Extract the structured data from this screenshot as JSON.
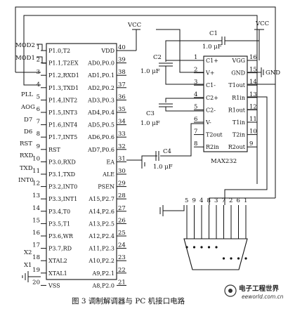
{
  "mcu": {
    "pins": [
      {
        "num": "1",
        "left": "P1.0,T2",
        "right": "VDD",
        "rnum": "40"
      },
      {
        "num": "2",
        "left": "P1.1,T2EX",
        "right": "AD0,P0.0",
        "rnum": "39"
      },
      {
        "num": "3",
        "left": "P1.2,RXD1",
        "right": "AD1,P0.1",
        "rnum": "38"
      },
      {
        "num": "4",
        "left": "P1.3,TXD1",
        "right": "AD2,P0.2",
        "rnum": "37"
      },
      {
        "num": "5",
        "left": "P1.4,INT2",
        "right": "AD3,P0.3",
        "rnum": "36"
      },
      {
        "num": "6",
        "left": "P1.5,INT3",
        "right": "AD4,P0.4",
        "rnum": "35"
      },
      {
        "num": "7",
        "left": "P1.6,INT4",
        "right": "AD5,P0.5",
        "rnum": "34"
      },
      {
        "num": "8",
        "left": "P1.7,INT5",
        "right": "AD6,P0.6",
        "rnum": "33"
      },
      {
        "num": "9",
        "left": "RST",
        "right": "AD7,P0.6",
        "rnum": "32"
      },
      {
        "num": "10",
        "left": "P3.0,RXD",
        "right": "EA",
        "rnum": "31"
      },
      {
        "num": "11",
        "left": "P3.1,TXD",
        "right": "ALE",
        "rnum": "30"
      },
      {
        "num": "12",
        "left": "P3.2,INT0",
        "right": "PSEN",
        "rnum": "29"
      },
      {
        "num": "13",
        "left": "P3.3,INT1",
        "right": "A15,P2.7",
        "rnum": "28"
      },
      {
        "num": "14",
        "left": "P3.4,T0",
        "right": "A14,P2.6",
        "rnum": "27"
      },
      {
        "num": "15",
        "left": "P3.5,T1",
        "right": "A13,P2.5",
        "rnum": "26"
      },
      {
        "num": "16",
        "left": "P3.6,WR",
        "right": "A12,P2.4",
        "rnum": "25"
      },
      {
        "num": "17",
        "left": "P3.7,RD",
        "right": "A11,P2.3",
        "rnum": "24"
      },
      {
        "num": "18",
        "left": "XTAL2",
        "right": "A10,P2.2",
        "rnum": "23"
      },
      {
        "num": "19",
        "left": "XTAL1",
        "right": "A9,P2.1",
        "rnum": "22"
      },
      {
        "num": "20",
        "left": "VSS",
        "right": "A8,P2.0",
        "rnum": "21"
      }
    ],
    "signals": {
      "mod2": "MOD2",
      "mod1": "MOD1",
      "pll": "PLL",
      "aog": "AOG",
      "d7": "D7",
      "d6": "D6",
      "rst": "RST",
      "rxd": "RXD",
      "txd": "TXD",
      "int0": "INT0",
      "x2": "X2",
      "x1": "X1"
    },
    "vcc": "VCC"
  },
  "max232": {
    "name": "MAX232",
    "vcc": "VCC",
    "gnd": "GND",
    "pins": [
      {
        "num": "1",
        "label": "C1+"
      },
      {
        "num": "2",
        "label": "V+"
      },
      {
        "num": "3",
        "label": "C1-"
      },
      {
        "num": "4",
        "label": "C2+"
      },
      {
        "num": "5",
        "label": "C2-"
      },
      {
        "num": "6",
        "label": "V-"
      },
      {
        "num": "7",
        "label": "T2out"
      },
      {
        "num": "8",
        "label": "R2in"
      },
      {
        "num": "16",
        "label": "VGG"
      },
      {
        "num": "15",
        "label": "GND"
      },
      {
        "num": "14",
        "label": "T1out"
      },
      {
        "num": "13",
        "label": "R1in"
      },
      {
        "num": "12",
        "label": "R1out"
      },
      {
        "num": "11",
        "label": "T1in"
      },
      {
        "num": "10",
        "label": "T2in"
      },
      {
        "num": "9",
        "label": "R2out"
      }
    ]
  },
  "capacitors": [
    {
      "name": "C1",
      "value": "1.0 μF"
    },
    {
      "name": "C2",
      "value": "1.0 μF"
    },
    {
      "name": "C3",
      "value": "1.0 μF"
    },
    {
      "name": "C4",
      "value": "1.0 μF"
    }
  ],
  "db9": {
    "pins": [
      "5",
      "9",
      "4",
      "8",
      "3",
      "7",
      "2",
      "6",
      "1"
    ]
  },
  "caption": "图 3   调制解调器与 PC 机接口电路",
  "watermark": {
    "text": "电子工程世界",
    "url": "eeworld.com.cn"
  }
}
